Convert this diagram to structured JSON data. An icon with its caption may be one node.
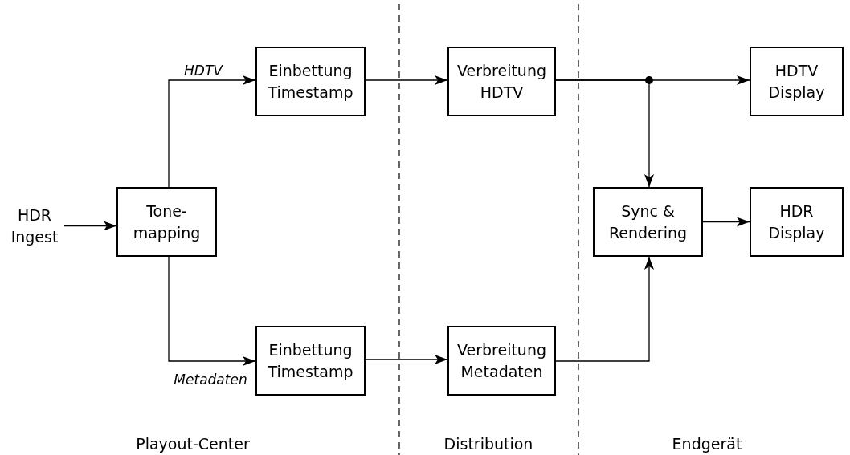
{
  "diagram": {
    "nodes": [
      {
        "text": [
          "HDR Ingest"
        ]
      },
      {
        "text": [
          "Tone-mapping"
        ]
      },
      {
        "text": [
          "Einbettung Timestamp"
        ]
      },
      {
        "text": [
          "Verbreitung HDTV"
        ]
      },
      {
        "text": [
          "HDTV Display"
        ]
      },
      {
        "text": [
          "Sync & Rendering"
        ]
      },
      {
        "text": [
          "HDR Display"
        ]
      },
      {
        "text": [
          "Einbettung Timestamp"
        ]
      },
      {
        "text": [
          "Verbreitung Metadaten"
        ]
      }
    ],
    "edges": [
      {
        "from": 0,
        "to": 1,
        "arrow": "to"
      },
      {
        "from": 1,
        "to": 2,
        "arrow": "to",
        "label": "HDTV"
      },
      {
        "from": 2,
        "to": 3,
        "arrow": "to"
      },
      {
        "from": 3,
        "to": 4,
        "arrow": "to"
      },
      {
        "from": 3,
        "to": 5,
        "arrow": "to"
      },
      {
        "from": 1,
        "to": 7,
        "arrow": "to",
        "label": "Metadaten"
      },
      {
        "from": 7,
        "to": 8,
        "arrow": "to"
      },
      {
        "from": 8,
        "to": 5,
        "arrow": "to"
      },
      {
        "from": 5,
        "to": 6,
        "arrow": "to"
      }
    ],
    "labels": [
      "Playout-Center",
      "Distribution",
      "Endgerät"
    ]
  }
}
